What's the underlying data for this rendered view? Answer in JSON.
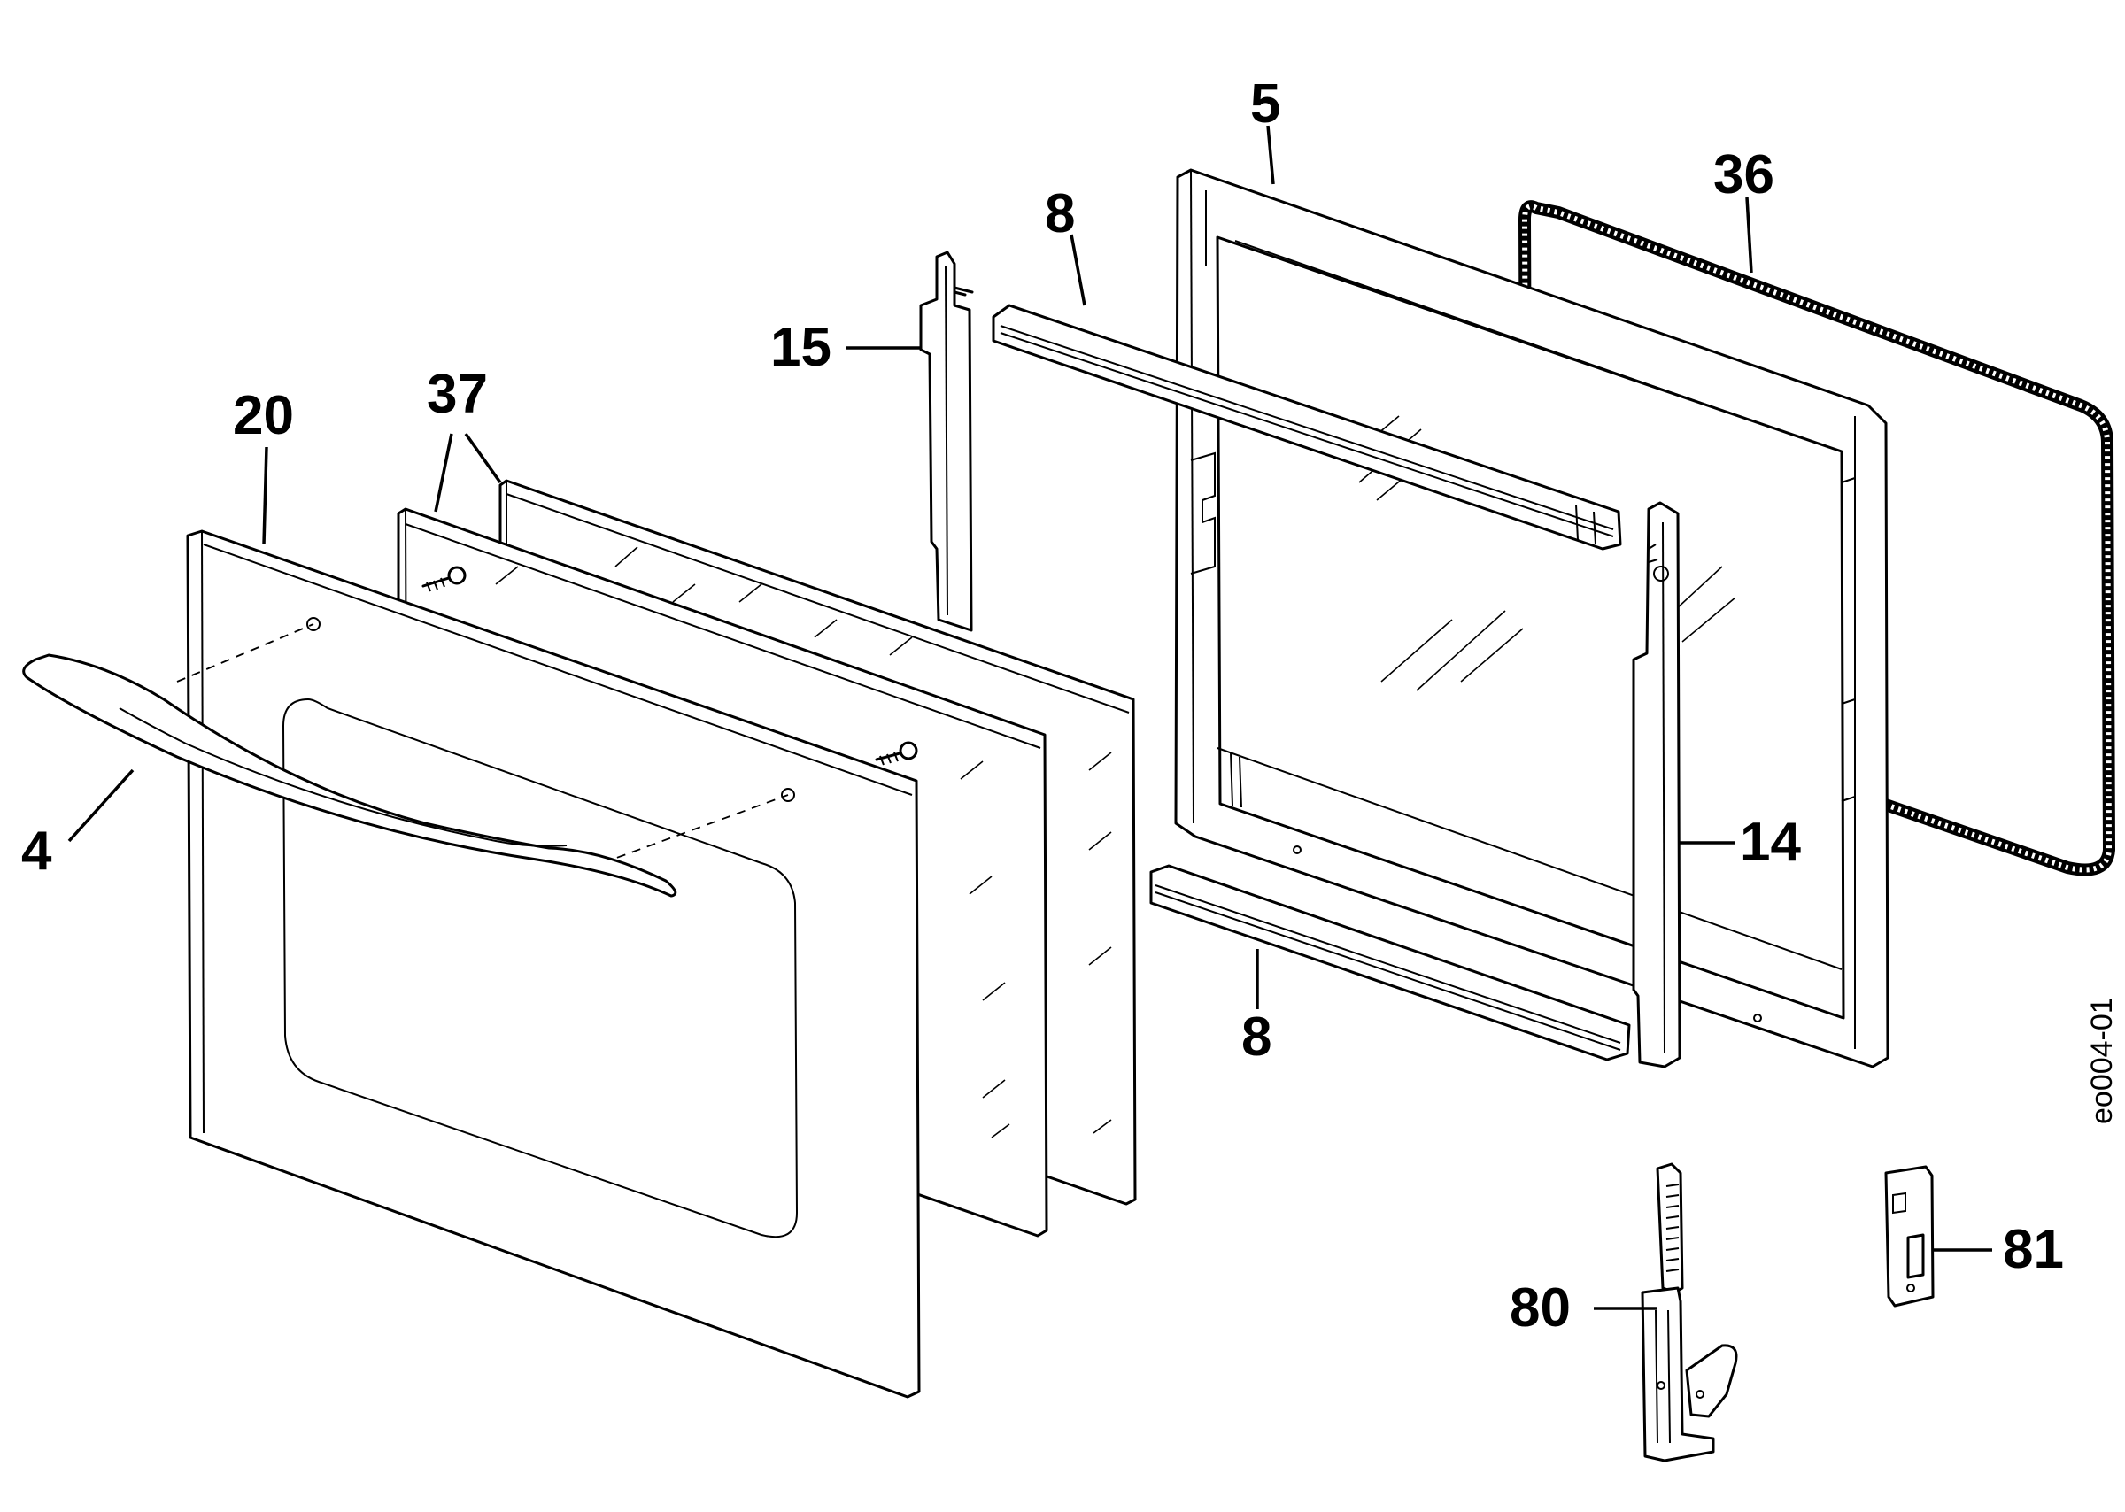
{
  "diagram": {
    "drawing_id": "eo004-01",
    "parts": [
      {
        "id": "p4",
        "label": "4",
        "name": "handle"
      },
      {
        "id": "p5",
        "label": "5",
        "name": "inner-door-frame"
      },
      {
        "id": "p8a",
        "label": "8",
        "name": "upper-glass-profile"
      },
      {
        "id": "p8b",
        "label": "8",
        "name": "lower-glass-profile"
      },
      {
        "id": "p14",
        "label": "14",
        "name": "right-side-profile"
      },
      {
        "id": "p15",
        "label": "15",
        "name": "left-side-profile"
      },
      {
        "id": "p20",
        "label": "20",
        "name": "outer-door-glass"
      },
      {
        "id": "p36",
        "label": "36",
        "name": "door-seal"
      },
      {
        "id": "p37",
        "label": "37",
        "name": "inner-glass-panels"
      },
      {
        "id": "p80",
        "label": "80",
        "name": "door-hinge"
      },
      {
        "id": "p81",
        "label": "81",
        "name": "hinge-receiver"
      }
    ]
  }
}
